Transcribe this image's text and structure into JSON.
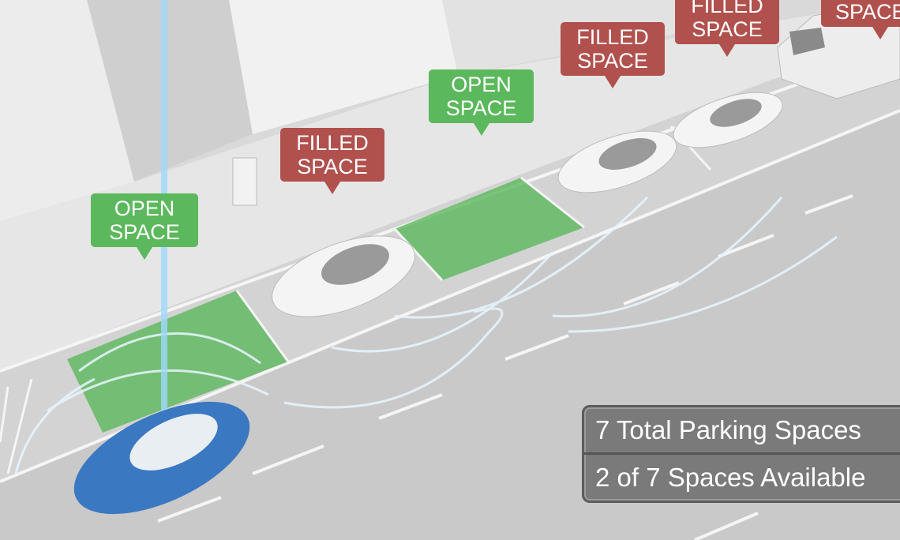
{
  "colors": {
    "open": "#5cb85c",
    "filled": "#b0514e",
    "ego_car": "#3a78c2",
    "panel": "#7a7a7a"
  },
  "labels": [
    {
      "status": "open",
      "line1": "OPEN",
      "line2": "SPACE"
    },
    {
      "status": "filled",
      "line1": "FILLED",
      "line2": "SPACE"
    },
    {
      "status": "open",
      "line1": "OPEN",
      "line2": "SPACE"
    },
    {
      "status": "filled",
      "line1": "FILLED",
      "line2": "SPACE"
    },
    {
      "status": "filled",
      "line1": "FILLED",
      "line2": "SPACE"
    },
    {
      "status": "filled",
      "line1": "",
      "line2": "SPACE"
    }
  ],
  "summary": {
    "total": "7 Total Parking Spaces",
    "available": "2 of 7 Spaces Available"
  }
}
